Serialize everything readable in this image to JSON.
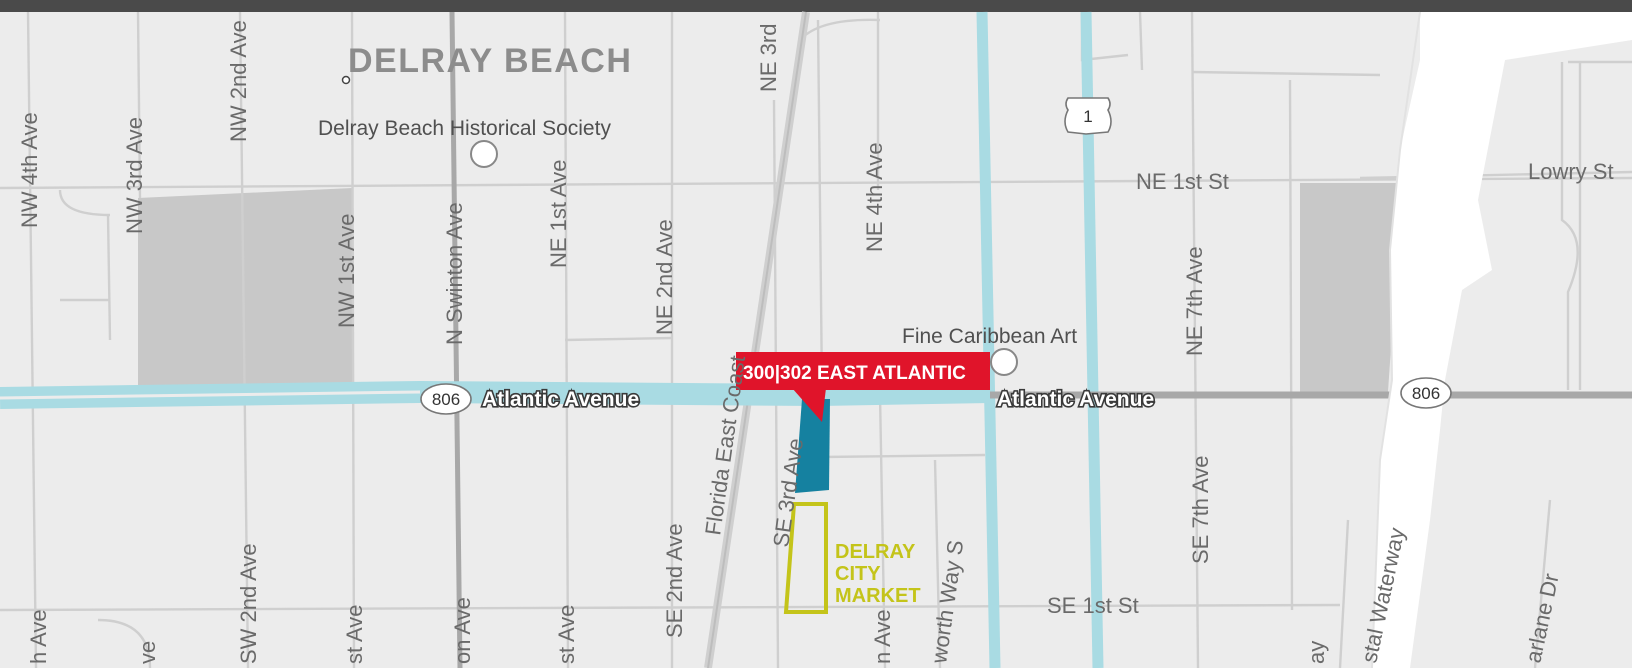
{
  "map": {
    "city_label": "DELRAY BEACH",
    "callout": {
      "label": "300|302 EAST ATLANTIC",
      "color": "#e0142a"
    },
    "site_parcel_color": "#1581a0",
    "market": {
      "lines": [
        "DELRAY",
        "CITY",
        "MARKET"
      ],
      "color": "#c4c41a"
    },
    "places": {
      "historical_society": "Delray Beach Historical Society",
      "fine_caribbean_art": "Fine Caribbean Art"
    },
    "shields": {
      "route_806": "806",
      "us_1": "1"
    },
    "avenue_label": "Atlantic Avenue",
    "streets": {
      "nw_4th_ave": "NW 4th Ave",
      "nw_3rd_ave": "NW 3rd Ave",
      "nw_2nd_ave": "NW 2nd Ave",
      "nw_1st_ave": "NW 1st Ave",
      "n_swinton_ave": "N Swinton Ave",
      "ne_1st_ave": "NE 1st Ave",
      "ne_2nd_ave": "NE 2nd Ave",
      "ne_3rd": "NE 3rd",
      "ne_4th_ave": "NE 4th Ave",
      "ne_7th_ave": "NE 7th Ave",
      "ne_1st_st": "NE 1st St",
      "lowry_st": "Lowry St",
      "florida_east_coast": "Florida East Coast",
      "se_3rd_ave": "SE 3rd Ave",
      "se_2nd_ave": "SE 2nd Ave",
      "sw_2nd_ave": "SW 2nd Ave",
      "se_7th_ave": "SE 7th Ave",
      "se_1st_st": "SE 1st St",
      "coastal_waterway": "stal Waterway",
      "worth_way_s": "worth Way S",
      "marlane_dr": "arlane Dr",
      "partial_4th": "h Ave",
      "partial_3rd": "ve",
      "partial_1st_west": "st Ave",
      "partial_swinton": "on Ave",
      "partial_1st_east": "st Ave",
      "partial_4th_east": "n Ave",
      "partial_ay": "ay"
    }
  }
}
